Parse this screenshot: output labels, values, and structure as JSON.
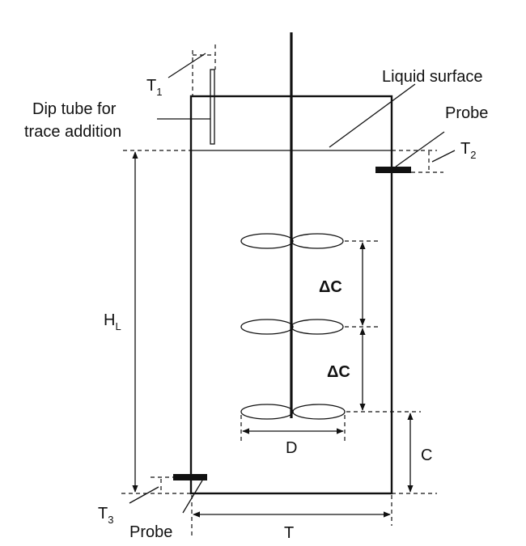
{
  "labels": {
    "t1": "T",
    "t1_sub": "1",
    "t2": "T",
    "t2_sub": "2",
    "t3": "T",
    "t3_sub": "3",
    "liquid_surface": "Liquid surface",
    "dip_tube_line1": "Dip tube for",
    "dip_tube_line2": "trace addition",
    "probe_top": "Probe",
    "probe_bottom": "Probe",
    "hl": "H",
    "hl_sub": "L",
    "delta_c_upper": "ΔC",
    "delta_c_lower": "ΔC",
    "d": "D",
    "c": "C",
    "t": "T"
  }
}
